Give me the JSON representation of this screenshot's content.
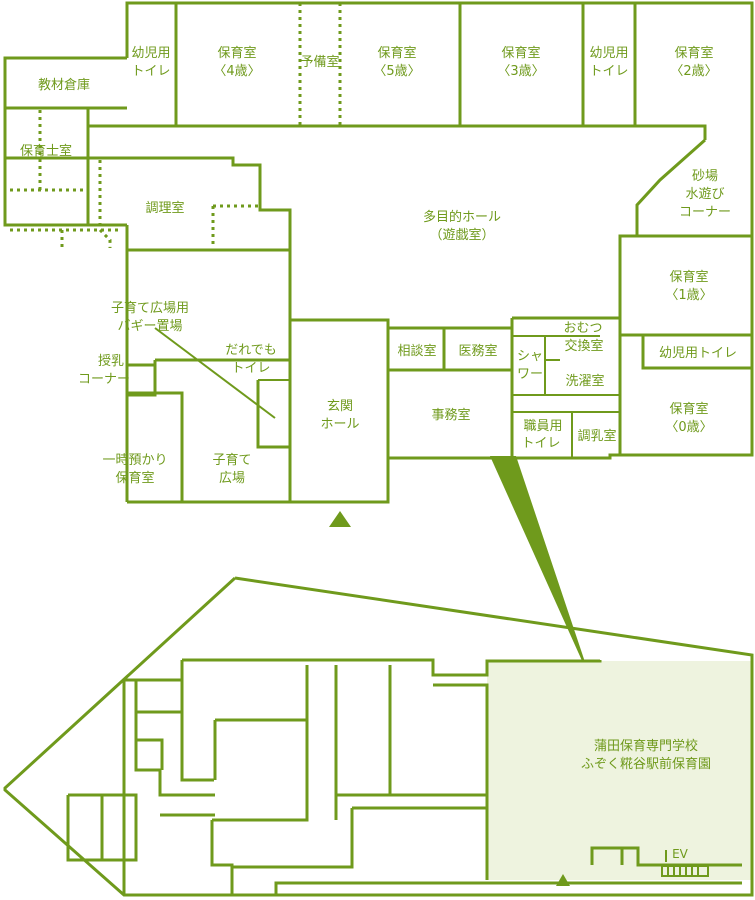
{
  "rooms": {
    "kyozai": "教材倉庫",
    "hoikushi": "保育士室",
    "toilet_a1": "幼児用",
    "toilet_a2": "トイレ",
    "r4_1": "保育室",
    "r4_2": "〈4歳〉",
    "yobi": "予備室",
    "r5_1": "保育室",
    "r5_2": "〈5歳〉",
    "r3_1": "保育室",
    "r3_2": "〈3歳〉",
    "toilet_b1": "幼児用",
    "toilet_b2": "トイレ",
    "r2_1": "保育室",
    "r2_2": "〈2歳〉",
    "chori": "調理室",
    "hall_1": "多目的ホール",
    "hall_2": "（遊戯室）",
    "sunaba_1": "砂場",
    "sunaba_2": "水遊び",
    "sunaba_3": "コーナー",
    "r1_1": "保育室",
    "r1_2": "〈1歳〉",
    "buggy_1": "子育て広場用",
    "buggy_2": "バギー置場",
    "junyu_1": "授乳",
    "junyu_2": "コーナー",
    "daredemo_1": "だれでも",
    "daredemo_2": "トイレ",
    "soudan": "相談室",
    "imu": "医務室",
    "omutsu_1": "おむつ",
    "omutsu_2": "交換室",
    "shower_1": "シャ",
    "shower_2": "ワー",
    "sentaku": "洗濯室",
    "toilet_c": "幼児用トイレ",
    "genkan_1": "玄関",
    "genkan_2": "ホール",
    "jimu": "事務室",
    "shokuin_1": "職員用",
    "shokuin_2": "トイレ",
    "chonyu": "調乳室",
    "r0_1": "保育室",
    "r0_2": "〈0歳〉",
    "ichiji_1": "一時預かり",
    "ichiji_2": "保育室",
    "kosodate_1": "子育て",
    "kosodate_2": "広場"
  },
  "site": {
    "name_1": "蒲田保育専門学校",
    "name_2": "ふぞく糀谷駅前保育園",
    "ev": "EV"
  },
  "colors": {
    "line": "#6f9a1c",
    "facility_fill": "#eef3df",
    "background": "#ffffff"
  }
}
